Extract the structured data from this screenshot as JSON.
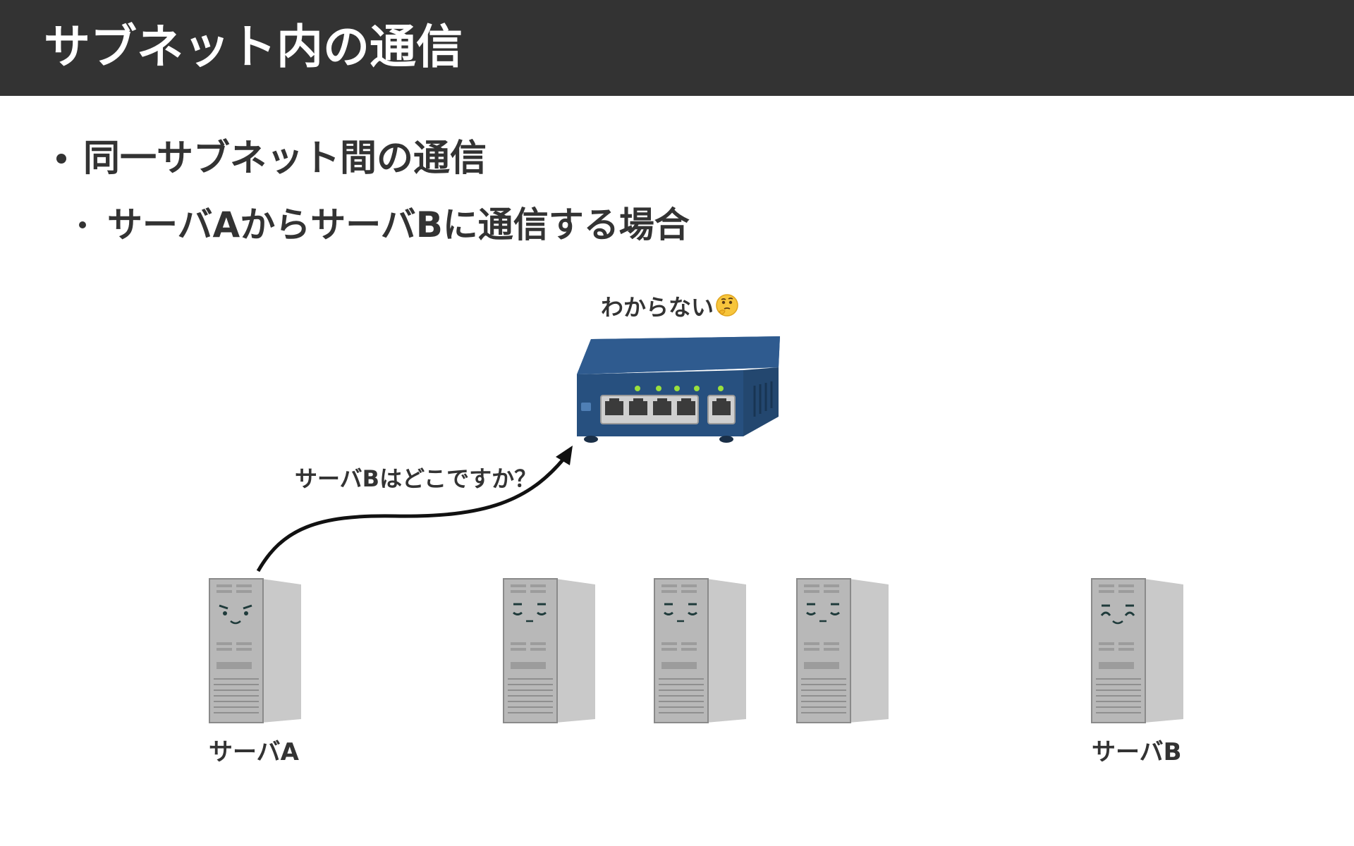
{
  "slide": {
    "title": "サブネット内の通信",
    "bullets": [
      {
        "level": 1,
        "text": "同一サブネット間の通信"
      },
      {
        "level": 2,
        "text": "サーバAからサーバBに通信する場合"
      }
    ]
  },
  "diagram": {
    "switch_label": "わからない",
    "switch_emoji_icon": "thinking-face-icon",
    "request_label": "サーバBはどこですか？",
    "server_a_label": "サーバA",
    "server_b_label": "サーバB",
    "servers": [
      {
        "id": "server-a",
        "face": "determined"
      },
      {
        "id": "server-2",
        "face": "sleepy"
      },
      {
        "id": "server-3",
        "face": "sleepy"
      },
      {
        "id": "server-4",
        "face": "sleepy"
      },
      {
        "id": "server-b",
        "face": "happy"
      }
    ],
    "colors": {
      "header_bg": "#333333",
      "header_text": "#ffffff",
      "switch_body": "#2f5b8f",
      "server_body": "#b8b8b8",
      "port_led": "#9be03c",
      "arrow": "#111111"
    }
  }
}
